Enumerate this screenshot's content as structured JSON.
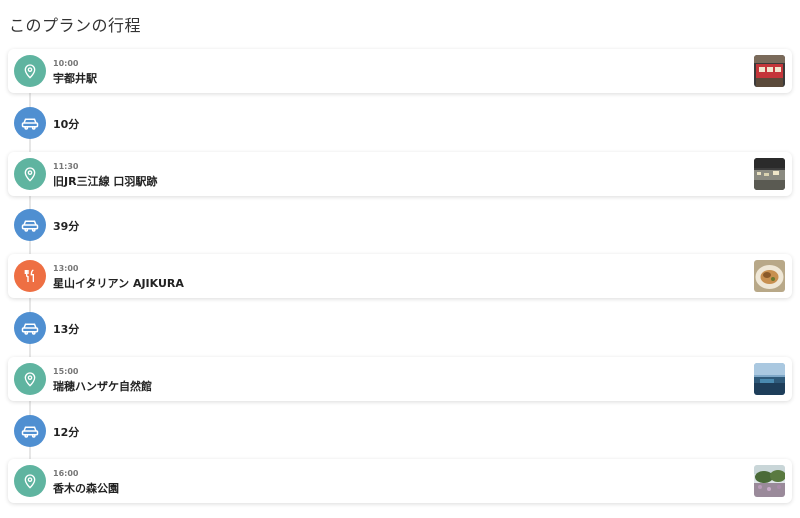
{
  "title": "このプランの行程",
  "colors": {
    "spot": "#5fb4a0",
    "food": "#ee6f43",
    "move": "#4f8fd1"
  },
  "stops": [
    {
      "time": "10:00",
      "name": "宇都井駅",
      "icon": "map-pin-icon"
    },
    {
      "time": "11:30",
      "name": "旧JR三江線 口羽駅跡",
      "icon": "map-pin-icon"
    },
    {
      "time": "13:00",
      "name": "星山イタリアン AJIKURA",
      "icon": "fork-knife-icon"
    },
    {
      "time": "15:00",
      "name": "瑞穂ハンザケ自然館",
      "icon": "map-pin-icon"
    },
    {
      "time": "16:00",
      "name": "香木の森公園",
      "icon": "map-pin-icon"
    }
  ],
  "moves": [
    {
      "duration": "10分",
      "icon": "car-icon"
    },
    {
      "duration": "39分",
      "icon": "car-icon"
    },
    {
      "duration": "13分",
      "icon": "car-icon"
    },
    {
      "duration": "12分",
      "icon": "car-icon"
    }
  ]
}
